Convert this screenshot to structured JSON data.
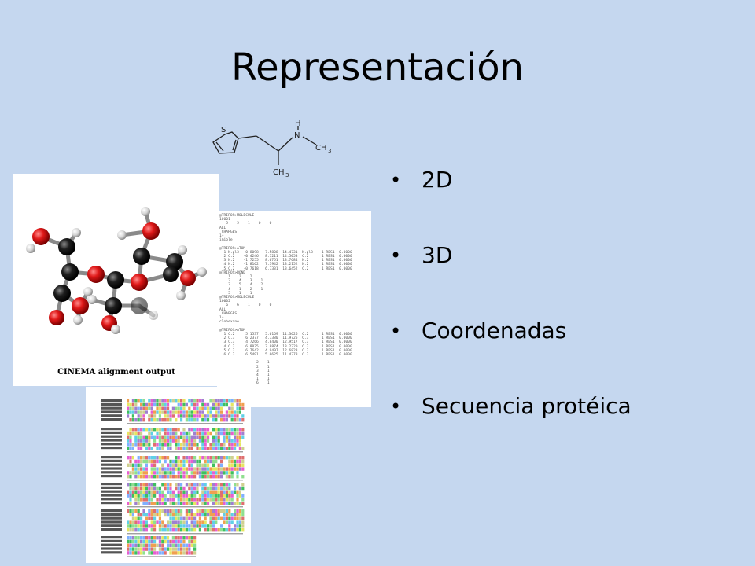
{
  "slide": {
    "title": "Representación",
    "bullets": [
      "2D",
      "3D",
      "Coordenadas",
      "Secuencia protéica"
    ]
  },
  "structure_2d": {
    "atom_labels": [
      "S",
      "H",
      "N",
      "CH",
      "3",
      "CH",
      "3"
    ]
  },
  "image_3d": {
    "caption": "CINEMA alignment output"
  },
  "coordinates_text": {
    "lines": [
      "@TRIPOS>MOLECULE",
      "10001",
      "   5    5    1    0    0",
      "ALL",
      " CHARGES",
      "1+",
      "imiole",
      "",
      "@TRIPOS>ATOM",
      "  1 N.pl3   0.8098   7.5808  14.4731  N.pl3    1 RES1  0.0000",
      "  2 C.2    -0.4246   8.7211  14.5053  C.2      1 RES1  0.0000",
      "  3 N.2    -1.7255   8.6751  13.7684  N.2      1 RES1  0.0000",
      "  4 N.2    -1.8162   7.3942  13.2152  N.2      1 RES1  0.0000",
      "  5 C.2    -0.7618   6.7331  13.6452  C.2      1 RES1  0.0000",
      "@TRIPOS>BOND",
      "    1    2    2",
      "    2    4    3    1",
      "    3    5    4    2",
      "    4    1    2    1",
      "    5    1    1",
      "@TRIPOS>MOLECULE",
      "10002",
      "   6    6    1    0    0",
      "ALL",
      " CHARGES",
      "1+",
      "clobexane",
      "",
      "@TRIPOS>ATOM",
      "  1 C.2     5.1537   5.6169  11.3626  C.2      1 RES1  0.0000",
      "  2 C.3     6.2377   4.7380  11.9725  C.3      1 RES1  0.0000",
      "  3 C.3     4.7266   4.8400  12.9517  C.3      1 RES1  0.0000",
      "  4 C.3     6.8075   3.8874  13.2320  C.3      1 RES1  0.0000",
      "  5 C.3     6.7642   4.9497  12.6823  C.3      1 RES1  0.0000",
      "  6 C.3     6.5491   5.0625  11.4378  C.3      1 RES1  0.0000",
      "",
      "                 2    1",
      "                 2    1",
      "                 3    1",
      "                 4    1",
      "                 1    1",
      "                 6    1"
    ]
  },
  "colors": {
    "background": "#c5d7ef",
    "oxygen": "#d42020",
    "carbon": "#151515",
    "hydrogen": "#e6e6e6"
  }
}
